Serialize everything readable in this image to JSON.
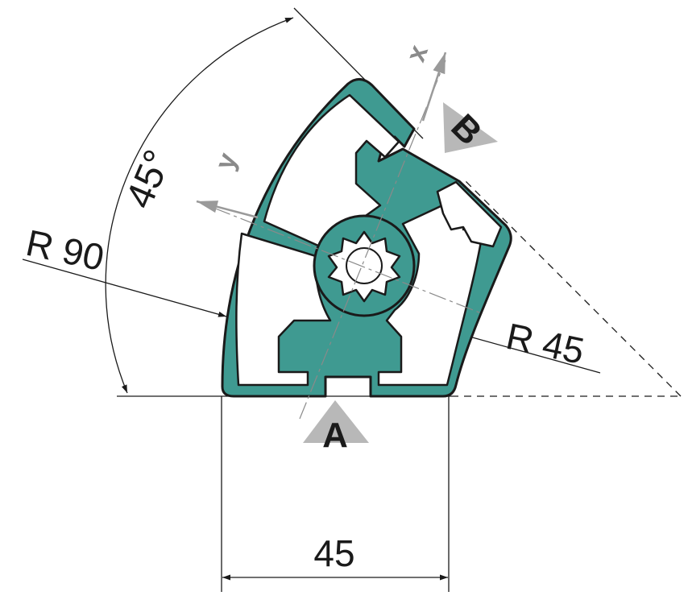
{
  "dimensions": {
    "outer_radius": "R 90",
    "inner_radius": "R 45",
    "angle": "45°",
    "width": "45"
  },
  "views": {
    "a": "A",
    "b": "B"
  },
  "axes": {
    "x": "x",
    "y": "y"
  },
  "colors": {
    "profile_fill": "#3f9a91",
    "outline": "#1a1a1a",
    "axis_gray": "#8a8a8a",
    "background": "#ffffff"
  }
}
